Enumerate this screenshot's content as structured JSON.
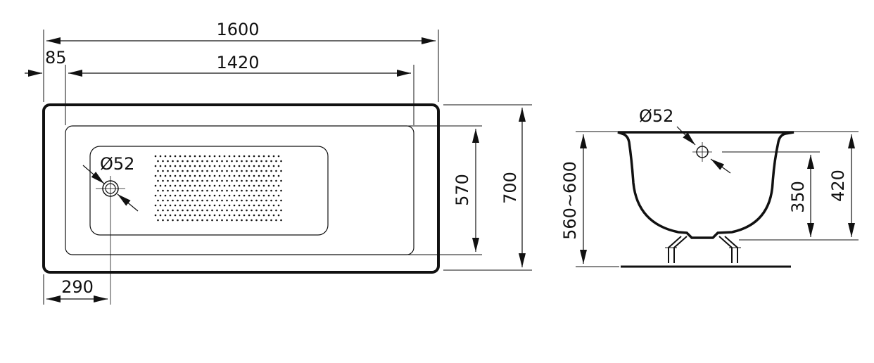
{
  "plan_view": {
    "overall_length": "1600",
    "inner_length": "1420",
    "rim_offset": "85",
    "drain_offset": "290",
    "drain_diameter": "Ø52",
    "inner_width": "570",
    "overall_width": "700"
  },
  "side_view": {
    "overflow_diameter": "Ø52",
    "total_height": "560~600",
    "overflow_height": "350",
    "depth": "420"
  },
  "colors": {
    "line": "#111111",
    "background": "#ffffff"
  }
}
